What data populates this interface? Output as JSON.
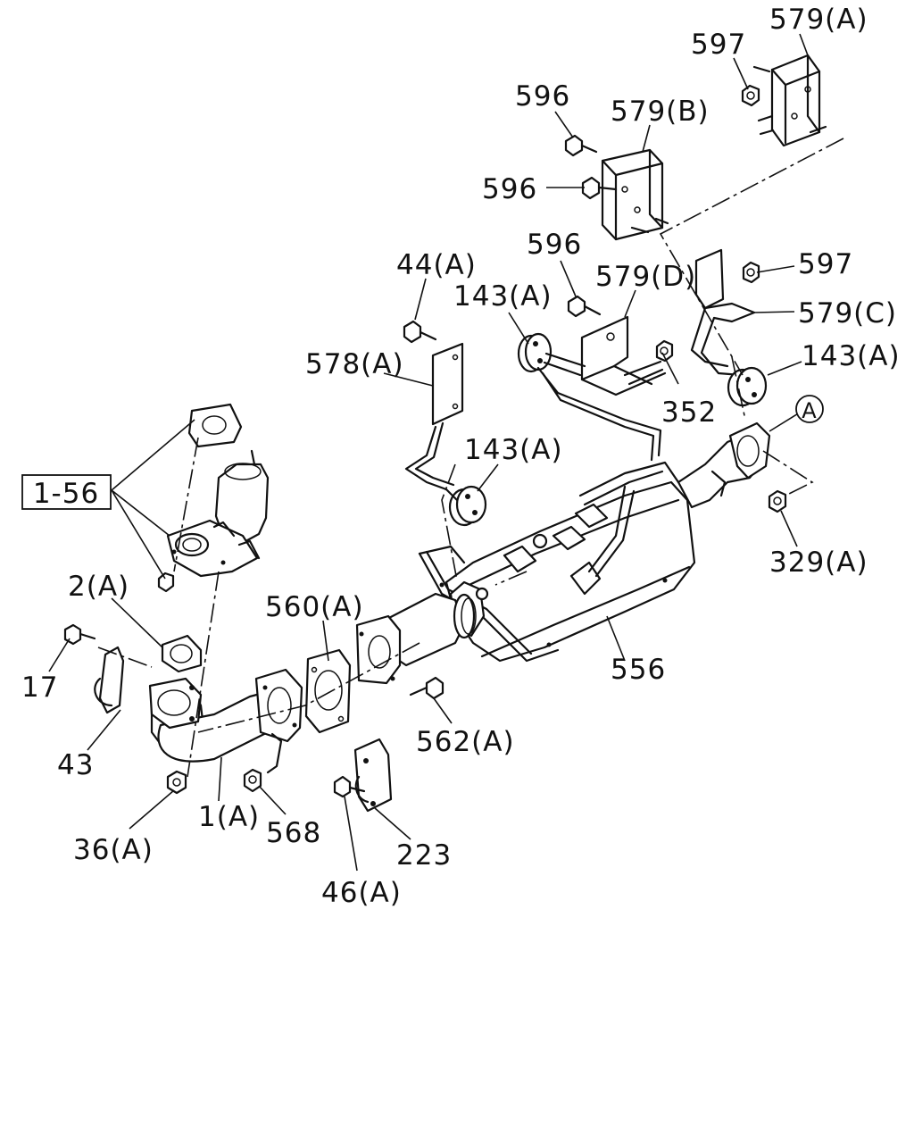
{
  "labels": {
    "l_579A_top": "579(A)",
    "l_597_top": "597",
    "l_596_a": "596",
    "l_579B": "579(B)",
    "l_596_b": "596",
    "l_596_c": "596",
    "l_579D": "579(D)",
    "l_597_mid": "597",
    "l_579C": "579(C)",
    "l_44A": "44(A)",
    "l_143A_a": "143(A)",
    "l_143A_b": "143(A)",
    "l_143A_c": "143(A)",
    "l_578A": "578(A)",
    "l_352": "352",
    "l_circleA": "A",
    "l_329A": "329(A)",
    "l_1_56": "1-56",
    "l_2A": "2(A)",
    "l_560A": "560(A)",
    "l_17": "17",
    "l_43": "43",
    "l_556": "556",
    "l_562A": "562(A)",
    "l_36A": "36(A)",
    "l_1A": "1(A)",
    "l_568": "568",
    "l_223": "223",
    "l_46A": "46(A)"
  }
}
